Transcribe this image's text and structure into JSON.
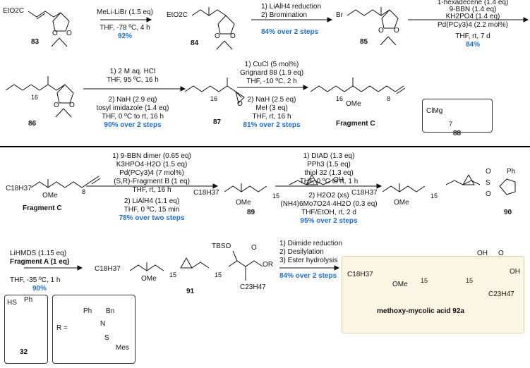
{
  "compounds": {
    "c83": "83",
    "c84": "84",
    "c85": "85",
    "c86": "86",
    "c87": "87",
    "fragC": "Fragment C",
    "c88": "88",
    "c89": "89",
    "c90": "90",
    "c91": "91",
    "final": "methoxy-mycolic acid 92a",
    "c32": "32"
  },
  "atoms": {
    "etO2C": "EtO2C",
    "br": "Br",
    "o": "O",
    "ome": "OMe",
    "oh": "OH",
    "c18": "C18H37",
    "c23": "C23H47",
    "clmg": "ClMg",
    "tbso": "TBSO",
    "or": "OR",
    "s": "S",
    "hs": "HS",
    "ph": "Ph",
    "bn": "Bn",
    "n": "N",
    "mes": "Mes",
    "r_eq": "R =",
    "idx16": "16",
    "idx8": "8",
    "idx15": "15",
    "idx7": "7"
  },
  "steps": {
    "s1": {
      "reagent": "MeLi·LiBr (1.5 eq)",
      "cond": "THF, -78 ºC, 4 h",
      "yield": "92%"
    },
    "s2": {
      "l1": "1) LiAlH4 reduction",
      "l2": "2) Bromination",
      "yield": "84% over 2 steps"
    },
    "s3": {
      "l1": "1-hexadecene (1.4 eq)",
      "l2": "9-BBN (1.4 eq)",
      "l3": "KH2PO4 (1.4 eq)",
      "l4": "Pd(PCy3)4 (2.2 mol%)",
      "cond": "THF, rt, 7 d",
      "yield": "84%"
    },
    "s4": {
      "l1": "1) 2 M aq. HCl",
      "l2": "THF, 95 ºC, 16 h",
      "l3": "2) NaH (2.9 eq)",
      "l4": "tosyl imidazole (1.4 eq)",
      "l5": "THF, 0 ºC to rt, 16 h",
      "yield": "90% over 2 steps"
    },
    "s5": {
      "l1": "1) CuCl (5 mol%)",
      "l2": "Grignard 88 (1.9 eq)",
      "l3": "THF, -10 ºC, 2 h",
      "l4": "2) NaH (2.5 eq)",
      "l5": "MeI (3 eq)",
      "l6": "THF, rt, 16 h",
      "yield": "81% over 2 steps"
    },
    "s6": {
      "l1": "1) 9-BBN dimer (0.65 eq)",
      "l2": "K3HPO4·H2O (1.5 eq)",
      "l3": "Pd(PCy3)4 (7 mol%)",
      "l4": "(S,R)-Fragment B (1 eq)",
      "l5": "THF, rt, 16 h",
      "l6": "2) LiAlH4 (1.1 eq)",
      "l7": "THF, 0 ºC, 15 min",
      "yield": "78% over two steps"
    },
    "s7": {
      "l1": "1) DIAD (1.3 eq)",
      "l2": "PPh3 (1.5 eq)",
      "l3": "thiol 32 (1.3 eq)",
      "l4": "THF, 0 ºC to rt, 1 h",
      "l5": "2) H2O2 (xs)",
      "l6": "(NH4)6Mo7O24·4H2O (0.3 eq)",
      "l7": "THF/EtOH, rt, 2 d",
      "yield": "95% over 2 steps"
    },
    "s8": {
      "l1": "LiHMDS (1.15 eq)",
      "l2": "Fragment A (1 eq)",
      "cond": "THF, -35 ºC, 1 h",
      "yield": "90%"
    },
    "s9": {
      "l1": "1) Diimide reduction",
      "l2": "2) Desilylation",
      "l3": "3) Ester hydrolysis",
      "yield": "84% over 2 steps"
    }
  }
}
